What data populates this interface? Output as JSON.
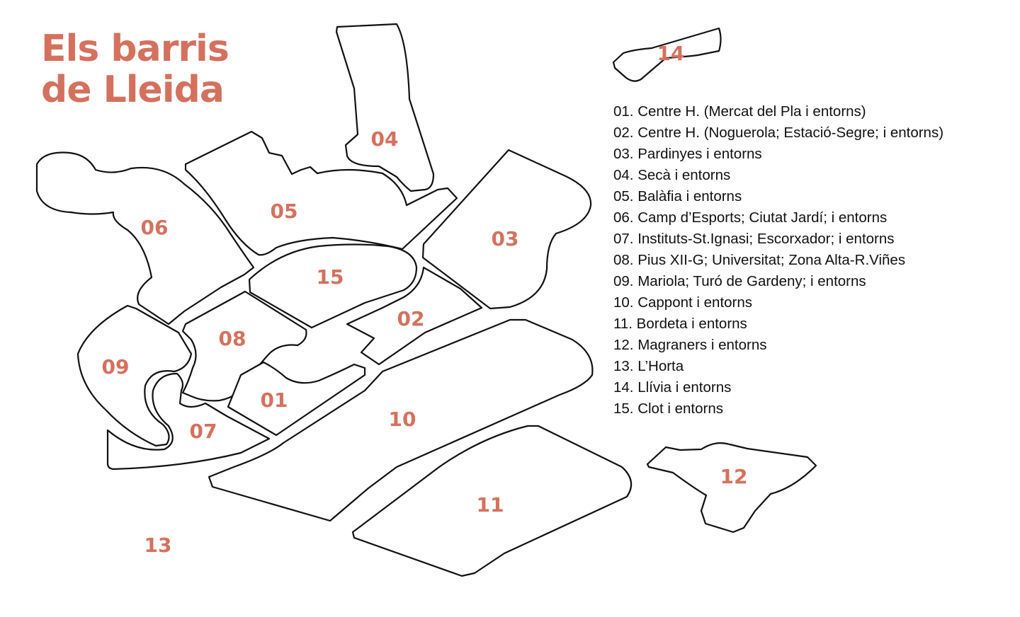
{
  "title": {
    "line1": "Els barris",
    "line2": "de Lleida"
  },
  "accent_color": "#d4715e",
  "outline_color": "#111111",
  "districts": [
    {
      "id": "01"
    },
    {
      "id": "02"
    },
    {
      "id": "03"
    },
    {
      "id": "04"
    },
    {
      "id": "05"
    },
    {
      "id": "06"
    },
    {
      "id": "07"
    },
    {
      "id": "08"
    },
    {
      "id": "09"
    },
    {
      "id": "10"
    },
    {
      "id": "11"
    },
    {
      "id": "12"
    },
    {
      "id": "13"
    },
    {
      "id": "14"
    },
    {
      "id": "15"
    }
  ],
  "legend": [
    "01. Centre H. (Mercat del Pla i entorns)",
    "02. Centre H. (Noguerola; Estació-Segre; i entorns)",
    "03. Pardinyes i entorns",
    "04. Secà i entorns",
    "05. Balàfia i entorns",
    "06. Camp d’Esports; Ciutat Jardí; i entorns",
    "07. Instituts-St.Ignasi; Escorxador; i entorns",
    "08. Pius XII-G; Universitat; Zona Alta-R.Viñes",
    "09. Mariola; Turó de Gardeny; i entorns",
    "10. Cappont i entorns",
    "11. Bordeta i entorns",
    "12. Magraners i entorns",
    "13. L’Horta",
    "14. Llívia i entorns",
    "15. Clot i entorns"
  ]
}
